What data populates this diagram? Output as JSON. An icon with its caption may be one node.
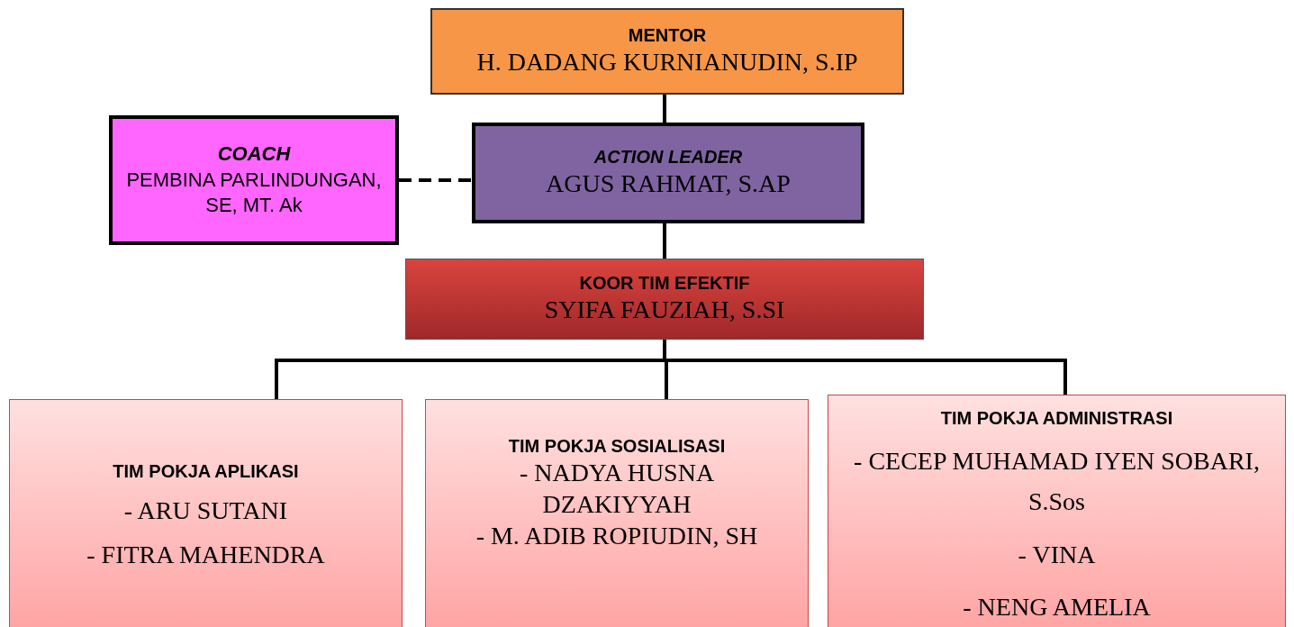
{
  "diagram": {
    "nodes": [
      {
        "text": [
          "MENTOR",
          "H. DADANG KURNIANUDIN, S.IP"
        ]
      },
      {
        "text": [
          "COACH",
          "PEMBINA PARLINDUNGAN, SE, MT. Ak"
        ]
      },
      {
        "text": [
          "ACTION LEADER",
          "AGUS RAHMAT, S.AP"
        ]
      },
      {
        "text": [
          "KOOR TIM EFEKTIF",
          "SYIFA FAUZIAH, S.SI"
        ]
      },
      {
        "text": [
          "TIM POKJA APLIKASI",
          "- ARU SUTANI",
          "- FITRA MAHENDRA"
        ]
      },
      {
        "text": [
          "TIM POKJA SOSIALISASI",
          "- NADYA HUSNA DZAKIYYAH",
          "- M. ADIB ROPIUDIN, SH"
        ]
      },
      {
        "text": [
          "TIM POKJA ADMINISTRASI",
          "- CECEP MUHAMAD IYEN SOBARI, S.Sos",
          "- VINA",
          "- NENG AMELIA"
        ]
      }
    ],
    "edges": [
      {
        "from": 0,
        "to": 2,
        "arrow": "none"
      },
      {
        "from": 1,
        "to": 2,
        "arrow": "none",
        "style": "dashed"
      },
      {
        "from": 2,
        "to": 3,
        "arrow": "none"
      },
      {
        "from": 3,
        "to": 4,
        "arrow": "none"
      },
      {
        "from": 3,
        "to": 5,
        "arrow": "none"
      },
      {
        "from": 3,
        "to": 6,
        "arrow": "none"
      }
    ]
  }
}
